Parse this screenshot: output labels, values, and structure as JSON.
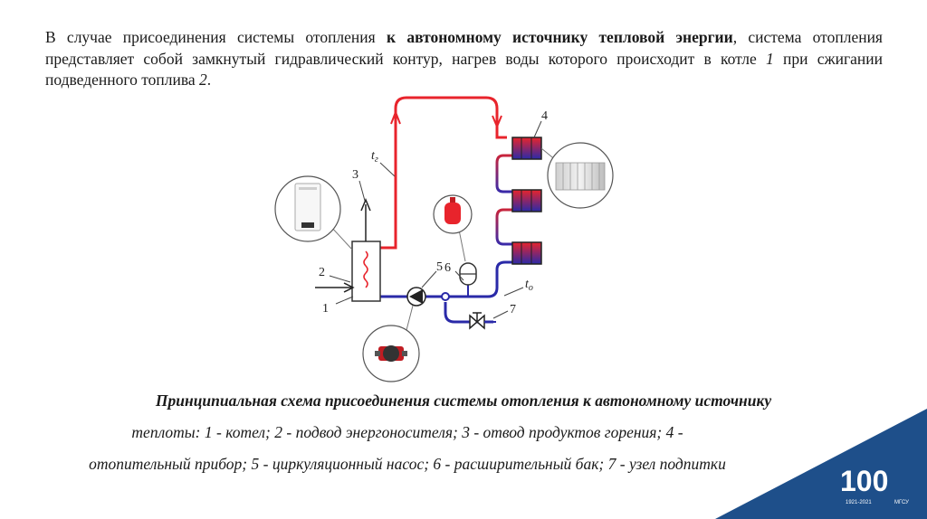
{
  "intro": {
    "part1": "В случае присоединения системы отопления ",
    "bold": "к автономному источнику тепловой энергии",
    "part2": ", система отопления представляет собой замкнутый гидравлический контур, нагрев воды которого происходит в котле ",
    "num1": "1",
    "part3": " при сжигании подведенного топлива ",
    "num2": "2",
    "part4": "."
  },
  "diagram": {
    "labels": {
      "l1": "1",
      "l2": "2",
      "l3": "3",
      "l4": "4",
      "l5": "5",
      "l6": "6",
      "l7": "7",
      "t_supply": "t",
      "t_supply_sub": "г",
      "t_return": "t",
      "t_return_sub": "о"
    },
    "colors": {
      "supply": "#e8242c",
      "return": "#2a2aa8",
      "mixed": "#9a2a8a"
    }
  },
  "caption": {
    "title": "Принципиальная схема присоединения системы отопления к автономному источнику",
    "line1": "теплоты: 1 - котел; 2 - подвод энергоносителя; 3 - отвод продуктов горения; 4 -",
    "line2": "отопительный прибор; 5 - циркуляционный насос; 6 - расширительный бак; 7 - узел подпитки"
  },
  "logo": {
    "text": "100",
    "years": "1921-2021",
    "org": "МГСУ"
  }
}
